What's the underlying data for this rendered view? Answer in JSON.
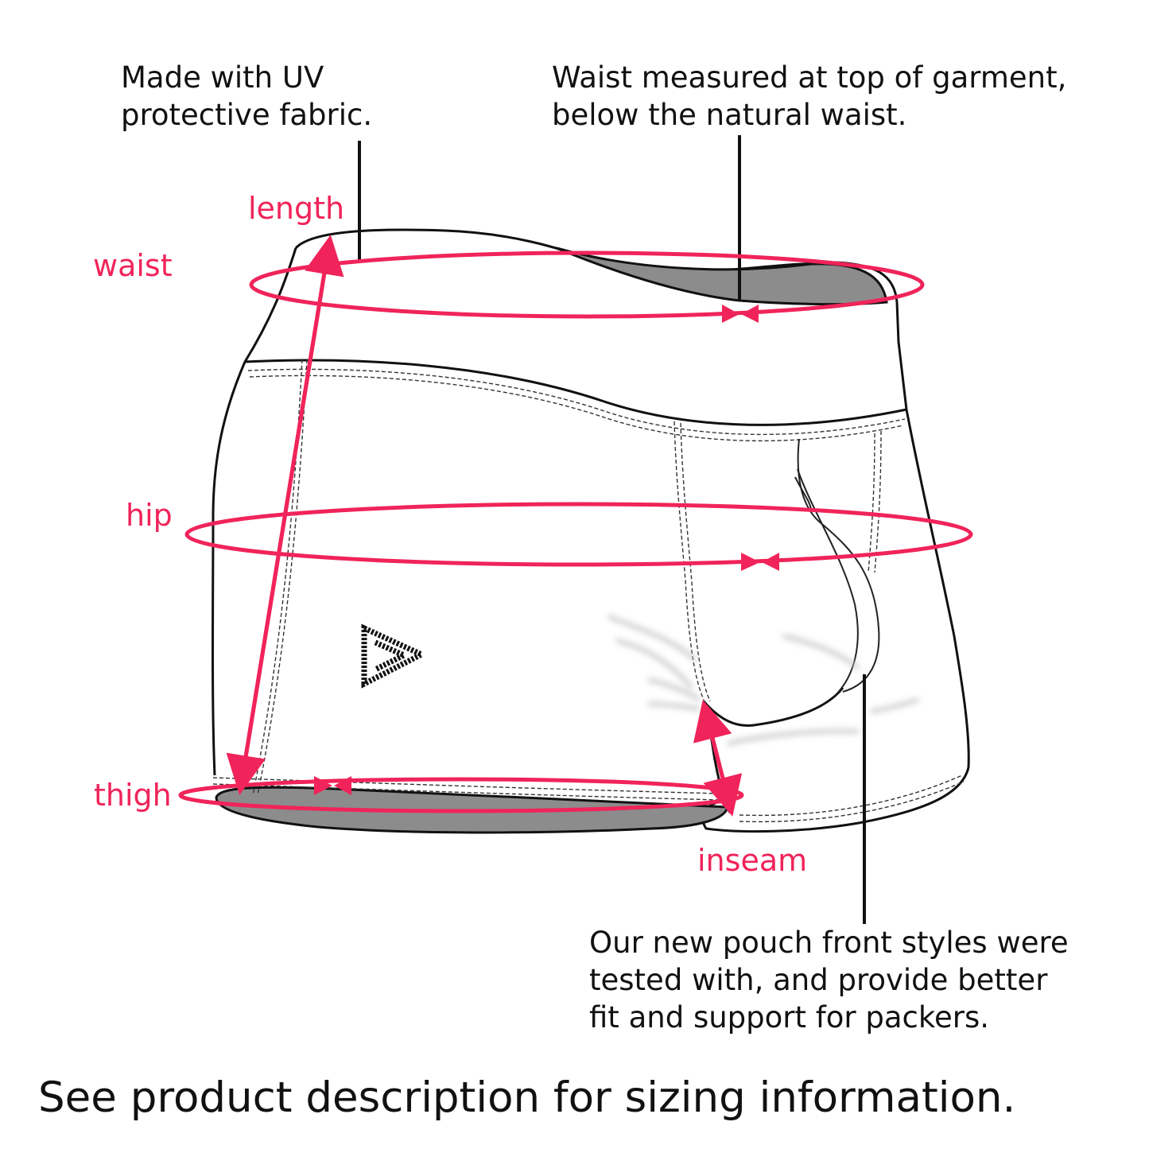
{
  "notes": {
    "fabric": [
      "Made with UV",
      "protective fabric."
    ],
    "waist_note": [
      "Waist measured at top of garment,",
      "below the natural waist."
    ],
    "pouch_note": [
      "Our new pouch front styles were",
      "tested with, and provide better",
      "fit and support for packers."
    ]
  },
  "measurements": {
    "length": "length",
    "waist": "waist",
    "hip": "hip",
    "thigh": "thigh",
    "inseam": "inseam"
  },
  "footer": "See product description for sizing information.",
  "colors": {
    "measure": "#f0245a",
    "outline": "#111111",
    "lining": "#8c8c8c"
  },
  "icons": {
    "logo": "triangle-logo-icon"
  }
}
